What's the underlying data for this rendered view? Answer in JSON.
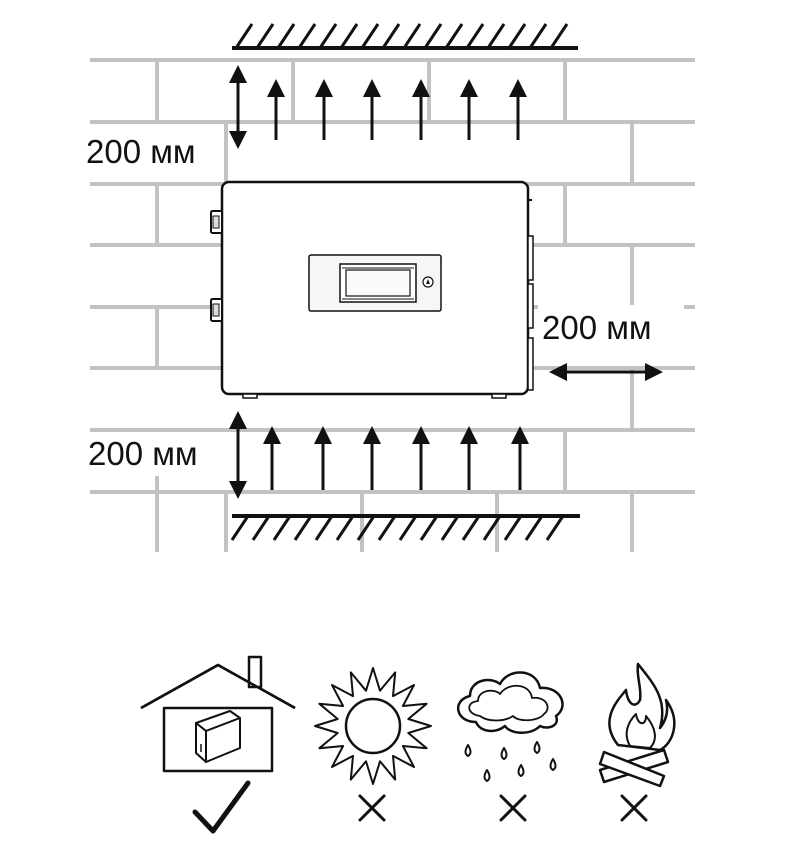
{
  "labels": {
    "clearance_top": "200 мм",
    "clearance_right": "200 мм",
    "clearance_bottom": "200 мм"
  },
  "colors": {
    "line": "#111111",
    "brick": "#c2c2c2",
    "background": "#ffffff"
  },
  "icons": [
    {
      "name": "indoor-house-icon",
      "status_icon": "check-icon"
    },
    {
      "name": "sun-icon",
      "status_icon": "cross-icon"
    },
    {
      "name": "rain-cloud-icon",
      "status_icon": "cross-icon"
    },
    {
      "name": "fire-icon",
      "status_icon": "cross-icon"
    }
  ]
}
